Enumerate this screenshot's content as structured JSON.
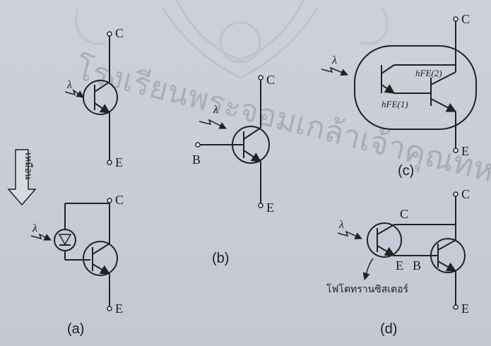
{
  "labels": {
    "C": "C",
    "E": "E",
    "B": "B",
    "lambda": "λ",
    "hfe1": "hFE(1)",
    "hfe2": "hFE(2)",
    "same": "เหมือน",
    "phototransistor": "โฟโตทรานซิสเตอร์"
  },
  "captions": {
    "a": "(a)",
    "b": "(b)",
    "c": "(c)",
    "d": "(d)"
  },
  "watermark": "โรงเรียนพระจอมเกล้าเจ้าคุณทหาร"
}
